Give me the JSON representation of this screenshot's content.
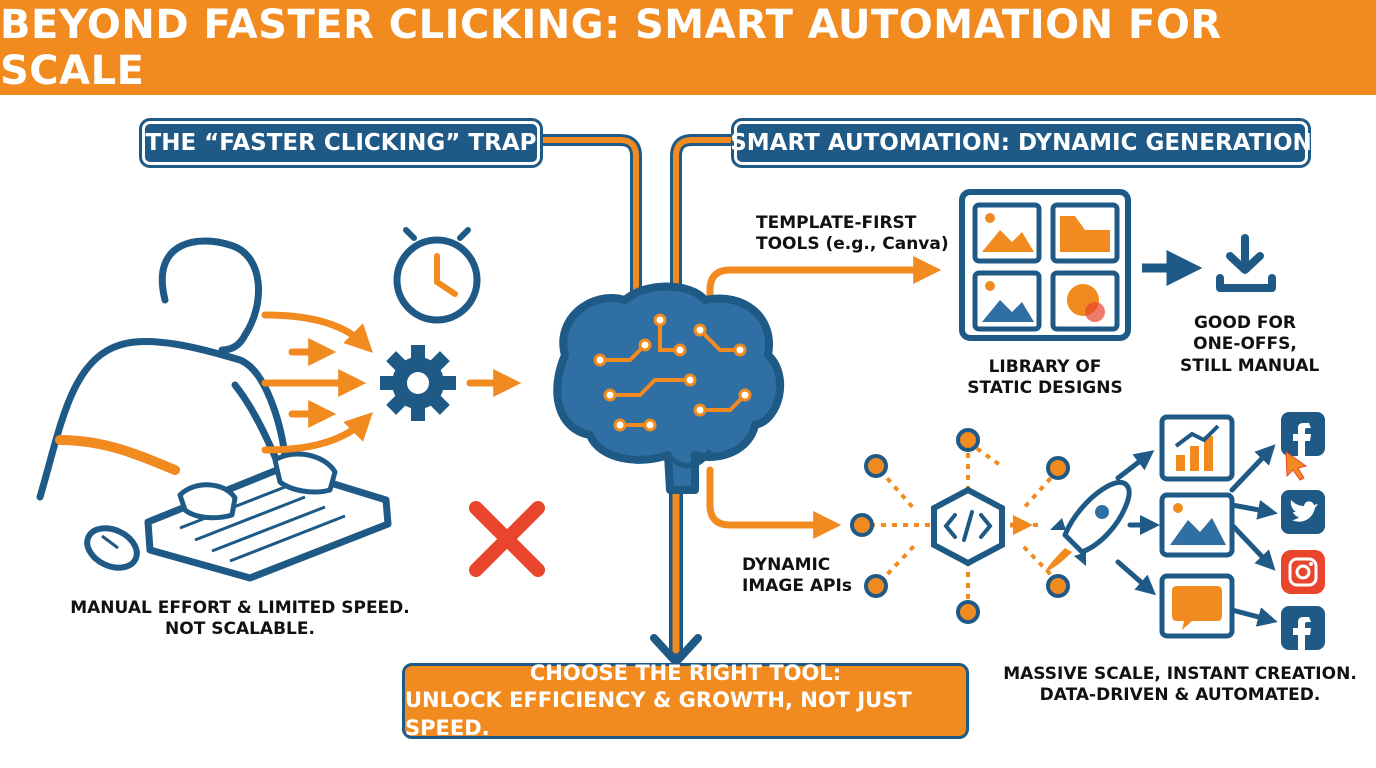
{
  "title": "BEYOND FASTER CLICKING: SMART AUTOMATION FOR SCALE",
  "left_section": {
    "heading": "THE “FASTER CLICKING” TRAP",
    "caption_line1": "MANUAL EFFORT & LIMITED SPEED.",
    "caption_line2": "NOT SCALABLE."
  },
  "right_section": {
    "heading": "SMART AUTOMATION: DYNAMIC GENERATION",
    "template_tools_line1": "TEMPLATE-FIRST",
    "template_tools_line2": "TOOLS (e.g., Canva)",
    "library_line1": "LIBRARY OF",
    "library_line2": "STATIC DESIGNS",
    "good_for_line1": "GOOD FOR",
    "good_for_line2": "ONE-OFFS,",
    "good_for_line3": "STILL MANUAL",
    "api_line1": "DYNAMIC",
    "api_line2": "IMAGE APIs",
    "scale_line1": "MASSIVE SCALE, INSTANT CREATION.",
    "scale_line2": "DATA-DRIVEN & AUTOMATED."
  },
  "cta": {
    "line1": "CHOOSE THE RIGHT TOOL:",
    "line2": "UNLOCK EFFICIENCY & GROWTH, NOT JUST SPEED."
  },
  "colors": {
    "orange": "#f18a1f",
    "blue": "#1f5a86",
    "red": "#e8452c"
  },
  "icons": [
    "person-at-keyboard-icon",
    "mouse-icon",
    "clock-icon",
    "gear-icon",
    "red-x-icon",
    "brain-circuit-icon",
    "template-grid-icon",
    "download-icon",
    "api-network-icon",
    "code-icon",
    "rocket-icon",
    "chart-icon",
    "image-icon",
    "quote-bubble-icon",
    "facebook-icon",
    "twitter-icon",
    "instagram-icon",
    "cursor-icon"
  ]
}
